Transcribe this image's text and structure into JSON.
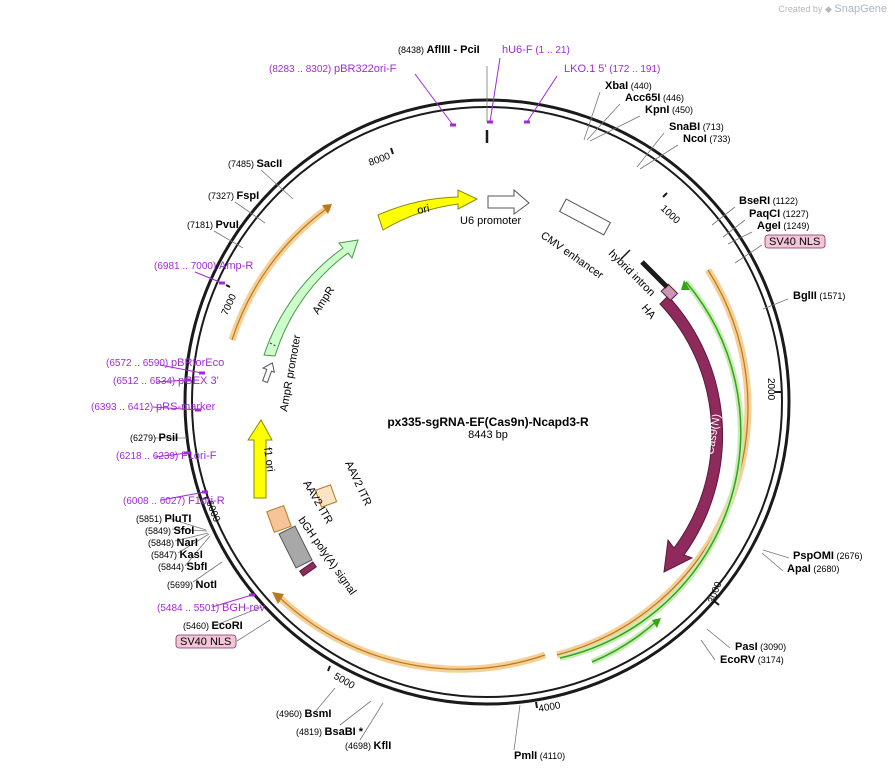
{
  "watermark": {
    "prefix": "Created by",
    "brand": "SnapGene"
  },
  "plasmid": {
    "name": "px335-sgRNA-EF(Cas9n)-Ncapd3-R",
    "length_label": "8443 bp"
  },
  "colors": {
    "backbone": "#1a1a1a",
    "primer": "#a12bd6",
    "nls_fill": "#f1c6d6",
    "ori": "#ffff00",
    "ampr": "#ccffcc",
    "cas9": "#8e2a5c",
    "orange_track": "#e8a33b",
    "green_track": "#33a510"
  },
  "ticks": [
    "1000",
    "2000",
    "3000",
    "4000",
    "5000",
    "6000",
    "7000",
    "8000"
  ],
  "features": [
    {
      "label": "ori",
      "kind": "ori"
    },
    {
      "label": "U6 promoter",
      "kind": "promoter"
    },
    {
      "label": "CMV enhancer",
      "kind": "enhancer"
    },
    {
      "label": "hybrid intron",
      "kind": "intron"
    },
    {
      "label": "HA",
      "kind": "tag"
    },
    {
      "label": "Cas9(N)",
      "kind": "cds"
    },
    {
      "label": "AmpR",
      "kind": "ampr"
    },
    {
      "label": "AmpR promoter",
      "kind": "promoter"
    },
    {
      "label": "f1 ori",
      "kind": "ori"
    },
    {
      "label": "AAV2 ITR",
      "kind": "itr"
    },
    {
      "label": "AAV2 ITR",
      "kind": "itr"
    },
    {
      "label": "bGH poly(A) signal",
      "kind": "polya"
    }
  ],
  "labels": [
    {
      "name": "AflIII",
      "pos": "(8438)",
      "type": "enzyme",
      "suffix": "- PciI"
    },
    {
      "name": "hU6-F",
      "pos": "(1 .. 21)",
      "type": "primer"
    },
    {
      "name": "pBR322ori-F",
      "pos": "(8283 .. 8302)",
      "type": "primer"
    },
    {
      "name": "LKO.1 5'",
      "pos": "(172 .. 191)",
      "type": "primer"
    },
    {
      "name": "XbaI",
      "pos": "(440)",
      "type": "enzyme"
    },
    {
      "name": "Acc65I",
      "pos": "(446)",
      "type": "enzyme"
    },
    {
      "name": "KpnI",
      "pos": "(450)",
      "type": "enzyme"
    },
    {
      "name": "SnaBI",
      "pos": "(713)",
      "type": "enzyme"
    },
    {
      "name": "NcoI",
      "pos": "(733)",
      "type": "enzyme"
    },
    {
      "name": "BseRI",
      "pos": "(1122)",
      "type": "enzyme"
    },
    {
      "name": "PaqCI",
      "pos": "(1227)",
      "type": "enzyme"
    },
    {
      "name": "AgeI",
      "pos": "(1249)",
      "type": "enzyme"
    },
    {
      "name": "SV40 NLS",
      "pos": "",
      "type": "feature"
    },
    {
      "name": "BglII",
      "pos": "(1571)",
      "type": "enzyme"
    },
    {
      "name": "PspOMI",
      "pos": "(2676)",
      "type": "enzyme"
    },
    {
      "name": "ApaI",
      "pos": "(2680)",
      "type": "enzyme"
    },
    {
      "name": "PasI",
      "pos": "(3090)",
      "type": "enzyme"
    },
    {
      "name": "EcoRV",
      "pos": "(3174)",
      "type": "enzyme"
    },
    {
      "name": "PmlI",
      "pos": "(4110)",
      "type": "enzyme"
    },
    {
      "name": "KflI",
      "pos": "(4698)",
      "type": "enzyme"
    },
    {
      "name": "BsaBI",
      "pos": "(4819)",
      "type": "enzyme",
      "suffix": "*"
    },
    {
      "name": "BsmI",
      "pos": "(4960)",
      "type": "enzyme"
    },
    {
      "name": "SV40 NLS",
      "pos": "",
      "type": "feature"
    },
    {
      "name": "EcoRI",
      "pos": "(5460)",
      "type": "enzyme"
    },
    {
      "name": "BGH-rev",
      "pos": "(5484 .. 5501)",
      "type": "primer"
    },
    {
      "name": "NotI",
      "pos": "(5699)",
      "type": "enzyme"
    },
    {
      "name": "SbfI",
      "pos": "(5844)",
      "type": "enzyme"
    },
    {
      "name": "KasI",
      "pos": "(5847)",
      "type": "enzyme"
    },
    {
      "name": "NarI",
      "pos": "(5848)",
      "type": "enzyme"
    },
    {
      "name": "SfoI",
      "pos": "(5849)",
      "type": "enzyme"
    },
    {
      "name": "PluTI",
      "pos": "(5851)",
      "type": "enzyme"
    },
    {
      "name": "F1ori-R",
      "pos": "(6008 .. 6027)",
      "type": "primer"
    },
    {
      "name": "F1ori-F",
      "pos": "(6218 .. 6239)",
      "type": "primer"
    },
    {
      "name": "PsiI",
      "pos": "(6279)",
      "type": "enzyme"
    },
    {
      "name": "pRS-marker",
      "pos": "(6393 .. 6412)",
      "type": "primer"
    },
    {
      "name": "pGEX 3'",
      "pos": "(6512 .. 6534)",
      "type": "primer"
    },
    {
      "name": "pBRforEco",
      "pos": "(6572 .. 6590)",
      "type": "primer"
    },
    {
      "name": "Amp-R",
      "pos": "(6981 .. 7000)",
      "type": "primer"
    },
    {
      "name": "PvuI",
      "pos": "(7181)",
      "type": "enzyme"
    },
    {
      "name": "FspI",
      "pos": "(7327)",
      "type": "enzyme"
    },
    {
      "name": "SacII",
      "pos": "(7485)",
      "type": "enzyme"
    }
  ]
}
